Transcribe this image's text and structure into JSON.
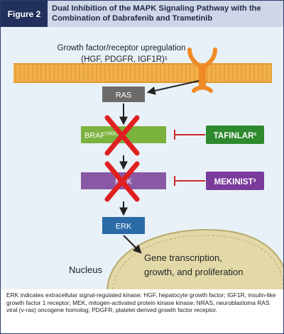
{
  "figure": {
    "label": "Figure 2",
    "title": "Dual Inhibition of the MAPK Signaling Pathway with the Combination of Dabrafenib and Trametinib"
  },
  "diagram": {
    "growth_factor_line1": "Growth factor/receptor upregulation",
    "growth_factor_line2": "(HGF, PDGFR, IGF1R)¹",
    "ras": "RAS",
    "braf": "BRAF",
    "braf_superscript": "V600E/K",
    "mek": "MEK",
    "erk": "ERK",
    "tafinlar": "TAFINLAR²",
    "mekinist": "MEKINIST³",
    "nucleus": "Nucleus",
    "gene_line1": "Gene transcription,",
    "gene_line2": "growth, and proliferation"
  },
  "caption": "ERK indicates extracellular signal-regulated kinase; HGF, hepatocyte growth factor; IGF1R, insulin-like growth factor 1 receptor; MEK, mitogen-activated protein kinase kinase; NRAS, neuroblastoma RAS viral (v-ras) oncogene homolog; PDGFR, platelet-derived growth factor receptor.",
  "colors": {
    "navy": "#22305c",
    "header_bg": "#cfd6e8",
    "membrane": "#f2b04a",
    "receptor": "#f08a24",
    "ras": "#6b6b6b",
    "braf": "#7bb23d",
    "mek": "#8a59a6",
    "erk": "#2a6aa6",
    "inhibitor": "#2e8a2e",
    "mekinist": "#7a3b9c",
    "cross": "#e02020",
    "nucleus": "#e3d9a8"
  }
}
